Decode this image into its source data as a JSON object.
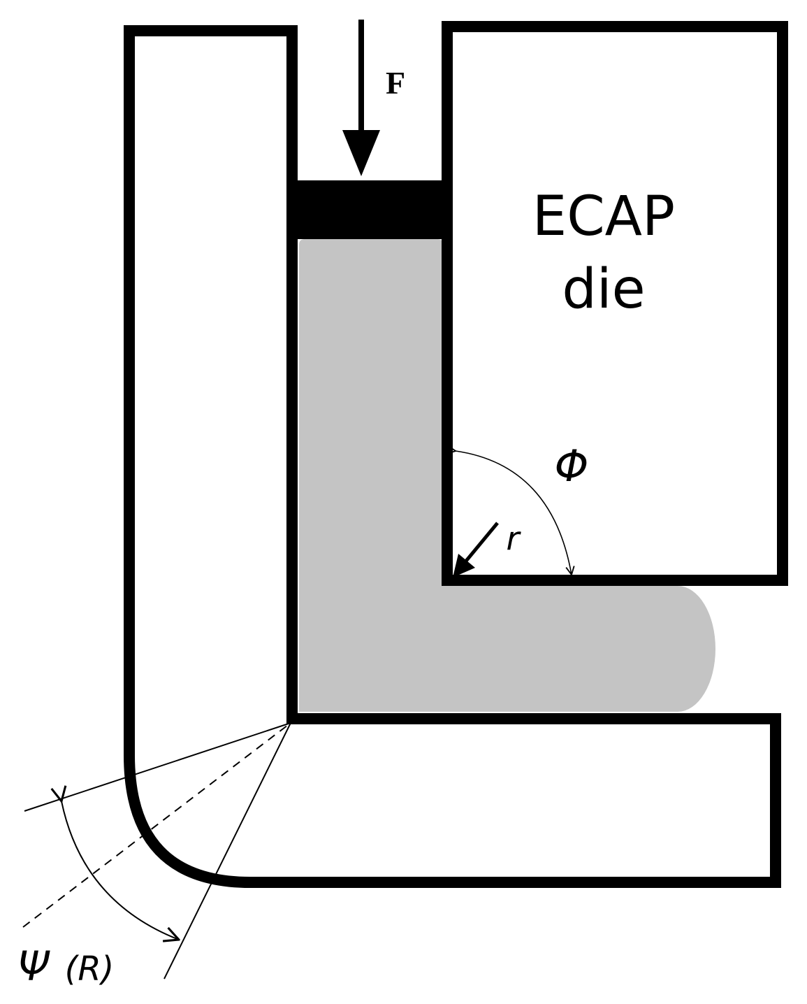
{
  "labels": {
    "force": "F",
    "die_line1": "ECAP",
    "die_line2": "die",
    "phi": "Φ",
    "r": "r",
    "psi": "Ψ",
    "psi_paren": "(R)"
  },
  "colors": {
    "stroke": "#000000",
    "billet": "#c4c4c4",
    "plunger": "#000000",
    "background": "#ffffff"
  }
}
